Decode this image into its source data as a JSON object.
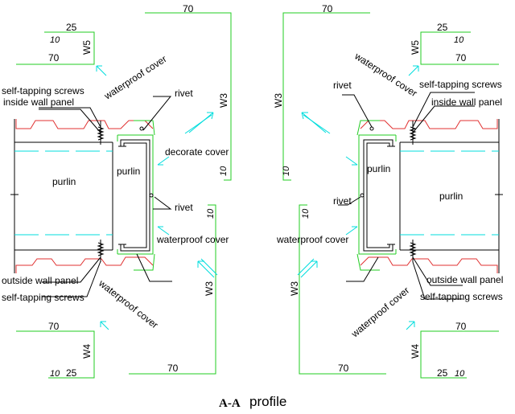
{
  "caption": {
    "section": "A-A",
    "word": "profile"
  },
  "left": {
    "self_tapping_screws_top": "self-tapping screws",
    "inside_wall_panel": "inside wall panel",
    "waterproof_cover_top": "waterproof cover",
    "rivet_top": "rivet",
    "decorate_cover": "decorate cover",
    "purlin_outer": "purlin",
    "purlin_inner": "purlin",
    "rivet_mid": "rivet",
    "waterproof_cover_mid": "waterproof cover",
    "outside_wall_panel": "outside wall panel",
    "self_tapping_screws_bottom": "self-tapping screws",
    "waterproof_cover_bottom": "waterproof cover",
    "dims": {
      "top_70": "70",
      "w5_25": "25",
      "w5_10": "10",
      "w5_70": "70",
      "w5": "W5",
      "w3": "W3",
      "w3_10": "10",
      "w3b_10": "10",
      "w3b": "W3",
      "bottom_70": "70",
      "w4_70": "70",
      "w4": "W4",
      "w4_10": "10",
      "w4_25": "25"
    }
  },
  "right": {
    "self_tapping_screws_top": "self-tapping screws",
    "inside_wall_panel": "inside wall panel",
    "waterproof_cover_top": "waterproof cover",
    "rivet_top": "rivet",
    "purlin_inner": "purlin",
    "purlin_outer": "purlin",
    "rivet_mid": "rivet",
    "waterproof_cover_mid": "waterproof cover",
    "outside_wall_panel": "outside wall panel",
    "self_tapping_screws_bottom": "self-tapping screws",
    "waterproof_cover_bottom": "waterproof cover",
    "dims": {
      "top_70": "70",
      "w5_25": "25",
      "w5_10": "10",
      "w5_70": "70",
      "w5": "W5",
      "w3": "W3",
      "w3_10": "10",
      "w3b_10": "10",
      "w3b": "W3",
      "bottom_70": "70",
      "w4_70": "70",
      "w4": "W4",
      "w4_10": "10",
      "w4_25": "25"
    }
  },
  "colors": {
    "green": "#22cc22",
    "cyan": "#00dddd",
    "red": "#e03030",
    "black": "#000000",
    "grey": "#555555"
  }
}
